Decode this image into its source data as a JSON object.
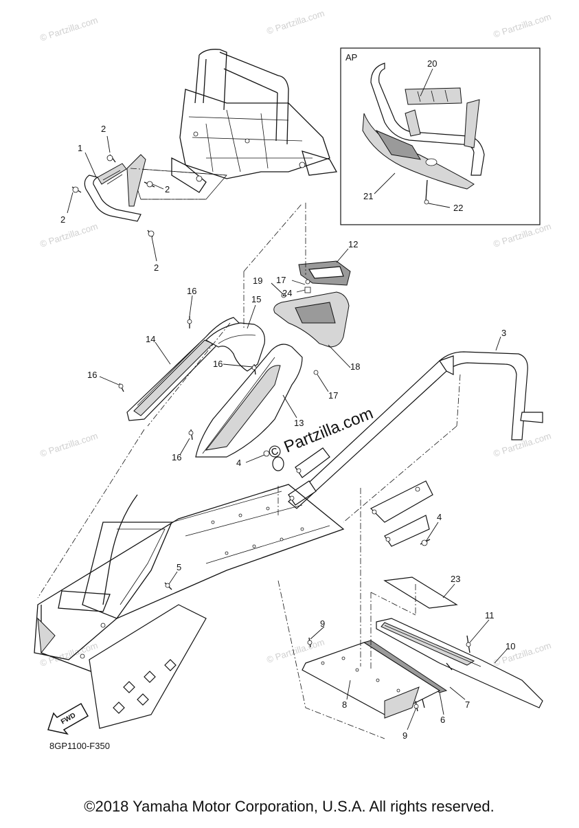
{
  "diagram": {
    "inset_label": "AP",
    "drawing_code": "8GP1100-F350",
    "fwd_label": "FWD",
    "copyright": "©2018 Yamaha Motor Corporation, U.S.A. All rights reserved.",
    "watermark_text": "© Partzilla.com",
    "center_watermark": "© Partzilla.com",
    "callouts": [
      {
        "id": "c1",
        "label": "1"
      },
      {
        "id": "c2a",
        "label": "2"
      },
      {
        "id": "c2b",
        "label": "2"
      },
      {
        "id": "c2c",
        "label": "2"
      },
      {
        "id": "c2d",
        "label": "2"
      },
      {
        "id": "c3",
        "label": "3"
      },
      {
        "id": "c4a",
        "label": "4"
      },
      {
        "id": "c4b",
        "label": "4"
      },
      {
        "id": "c5",
        "label": "5"
      },
      {
        "id": "c6",
        "label": "6"
      },
      {
        "id": "c7",
        "label": "7"
      },
      {
        "id": "c8",
        "label": "8"
      },
      {
        "id": "c9a",
        "label": "9"
      },
      {
        "id": "c9b",
        "label": "9"
      },
      {
        "id": "c10",
        "label": "10"
      },
      {
        "id": "c11",
        "label": "11"
      },
      {
        "id": "c12",
        "label": "12"
      },
      {
        "id": "c13",
        "label": "13"
      },
      {
        "id": "c14",
        "label": "14"
      },
      {
        "id": "c15",
        "label": "15"
      },
      {
        "id": "c16a",
        "label": "16"
      },
      {
        "id": "c16b",
        "label": "16"
      },
      {
        "id": "c16c",
        "label": "16"
      },
      {
        "id": "c16d",
        "label": "16"
      },
      {
        "id": "c17a",
        "label": "17"
      },
      {
        "id": "c17b",
        "label": "17"
      },
      {
        "id": "c18",
        "label": "18"
      },
      {
        "id": "c19",
        "label": "19"
      },
      {
        "id": "c20",
        "label": "20"
      },
      {
        "id": "c21",
        "label": "21"
      },
      {
        "id": "c22",
        "label": "22"
      },
      {
        "id": "c23",
        "label": "23"
      },
      {
        "id": "c24",
        "label": "24"
      }
    ]
  }
}
